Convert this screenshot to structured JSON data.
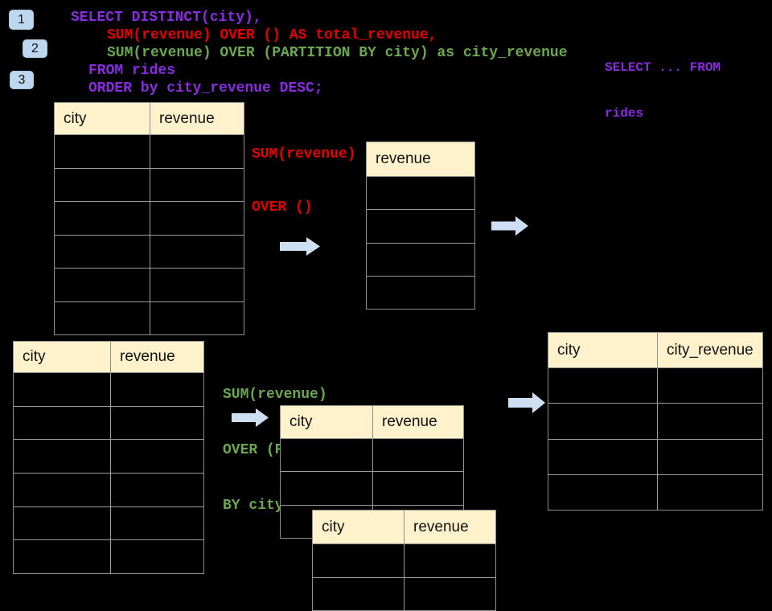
{
  "colors": {
    "background": "#000000",
    "code_purple": "#8A2BE2",
    "code_red": "#E60000",
    "code_green": "#6AA84F",
    "badge_blue": "#BDD7EE",
    "arrow_blue": "#CEDFF4",
    "table_header_bg": "#FDF2CC",
    "table_border": "#8f8f8f"
  },
  "step_badges": {
    "one": "1",
    "two": "2",
    "three": "3"
  },
  "sql_code": {
    "lines": [
      {
        "text": "SELECT DISTINCT(city),",
        "color": "purple"
      },
      {
        "text": "SUM(revenue) OVER () AS total_revenue,",
        "color": "red"
      },
      {
        "text": "SUM(revenue) OVER (PARTITION BY city) as city_revenue",
        "color": "green"
      },
      {
        "text": "FROM rides",
        "color": "purple"
      },
      {
        "text": "ORDER by city_revenue DESC;",
        "color": "purple"
      }
    ]
  },
  "side_note": {
    "line1": "SELECT ... FROM",
    "line2": "rides"
  },
  "annotations": {
    "total_window": {
      "line1": "SUM(revenue)",
      "line2": "OVER ()"
    },
    "partition_window": {
      "line1": "SUM(revenue)",
      "line2": "OVER (PARTITION",
      "line3": "BY city)"
    }
  },
  "tables": {
    "source_top": {
      "headers": [
        "city",
        "revenue"
      ],
      "empty_rows": 6
    },
    "total_revenue_result": {
      "headers": [
        "revenue"
      ],
      "empty_rows": 4
    },
    "source_bottom": {
      "headers": [
        "city",
        "revenue"
      ],
      "empty_rows": 6
    },
    "partitioned_mid": {
      "headers": [
        "city",
        "revenue"
      ],
      "empty_rows": 3
    },
    "partitioned_overlay": {
      "headers": [
        "city",
        "revenue"
      ],
      "empty_rows": 2
    },
    "city_revenue_result": {
      "headers": [
        "city",
        "city_revenue"
      ],
      "empty_rows": 4
    }
  }
}
